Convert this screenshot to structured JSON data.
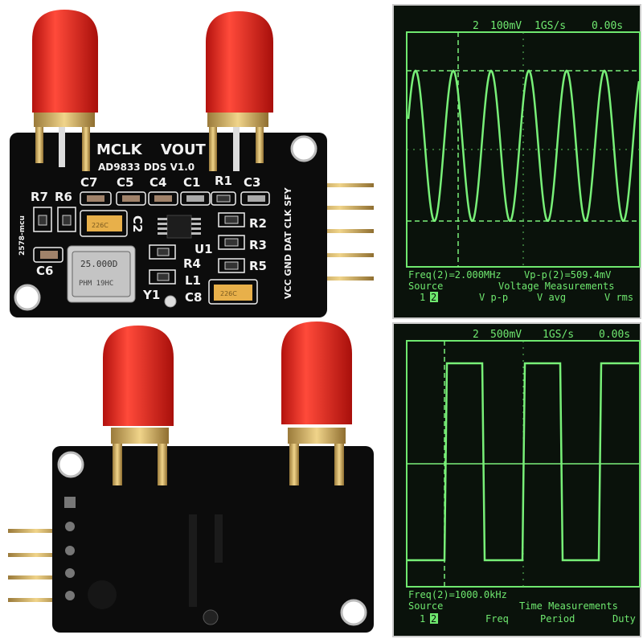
{
  "colors": {
    "pcb": "#0c0c0c",
    "cap_red": "#e0231b",
    "gold": "#c9a45a",
    "scope_bg": "#0a120b",
    "trace": "#78f078",
    "chip_tan": "#e8b04a"
  },
  "board_top": {
    "labels": {
      "mclk": "MCLK",
      "vout": "VOUT",
      "model": "AD9833 DDS V1.0",
      "side": "2578-mcu",
      "pins": "VCC GND DAT CLK SFY",
      "crystal_line1": "25.000D",
      "crystal_line2": "PHM 19HC",
      "tant": "226C"
    },
    "refs": [
      "C7",
      "C5",
      "C4",
      "C1",
      "R1",
      "C3",
      "R7",
      "R6",
      "C2",
      "R2",
      "R3",
      "U1",
      "R4",
      "R5",
      "C6",
      "L1",
      "Y1",
      "C8"
    ]
  },
  "scope_top": {
    "header": {
      "channel": "2",
      "scale": "100mV",
      "rate": "1GS/s",
      "trigger": "0.00s"
    },
    "readout1": "Freq(2)=2.000MHz",
    "readout2": "Vp-p(2)=509.4mV",
    "source_label": "Source",
    "source_opts": "1",
    "source_sel": "2",
    "menu_title": "Voltage Measurements",
    "menu_items": [
      "V p-p",
      "V avg",
      "V rms"
    ],
    "waveform": "sine"
  },
  "scope_bottom": {
    "header": {
      "channel": "2",
      "scale": "500mV",
      "rate": "1GS/s",
      "trigger": "0.00s"
    },
    "readout1": "Freq(2)=1000.0kHz",
    "source_label": "Source",
    "source_opts": "1",
    "source_sel": "2",
    "menu_title": "Time Measurements",
    "menu_items": [
      "Freq",
      "Period",
      "Duty"
    ],
    "waveform": "square"
  }
}
